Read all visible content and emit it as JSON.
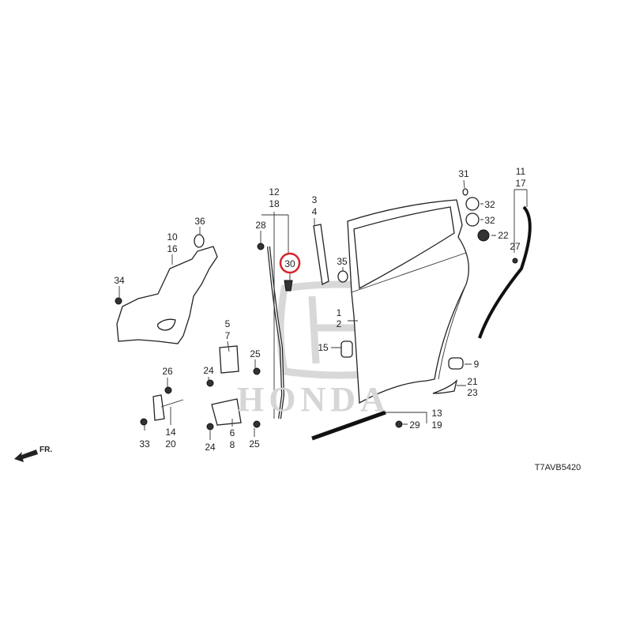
{
  "diagram": {
    "watermark_text": "HONDA",
    "diagram_code": "T7AVB5420",
    "direction_label": "FR.",
    "highlight_color": "#d9232d",
    "labels": {
      "l12": "12",
      "l18": "18",
      "l3": "3",
      "l4": "4",
      "l28": "28",
      "l30": "30",
      "l36": "36",
      "l10": "10",
      "l16": "16",
      "l34": "34",
      "l35": "35",
      "l1": "1",
      "l2": "2",
      "l15": "15",
      "l5": "5",
      "l7": "7",
      "l25a": "25",
      "l24a": "24",
      "l26": "26",
      "l33": "33",
      "l14": "14",
      "l20": "20",
      "l6": "6",
      "l8": "8",
      "l24b": "24",
      "l25b": "25",
      "l31": "31",
      "l32a": "32",
      "l32b": "32",
      "l22": "22",
      "l11": "11",
      "l17": "17",
      "l27": "27",
      "l9": "9",
      "l21": "21",
      "l23": "23",
      "l13": "13",
      "l19": "19",
      "l29": "29"
    }
  }
}
